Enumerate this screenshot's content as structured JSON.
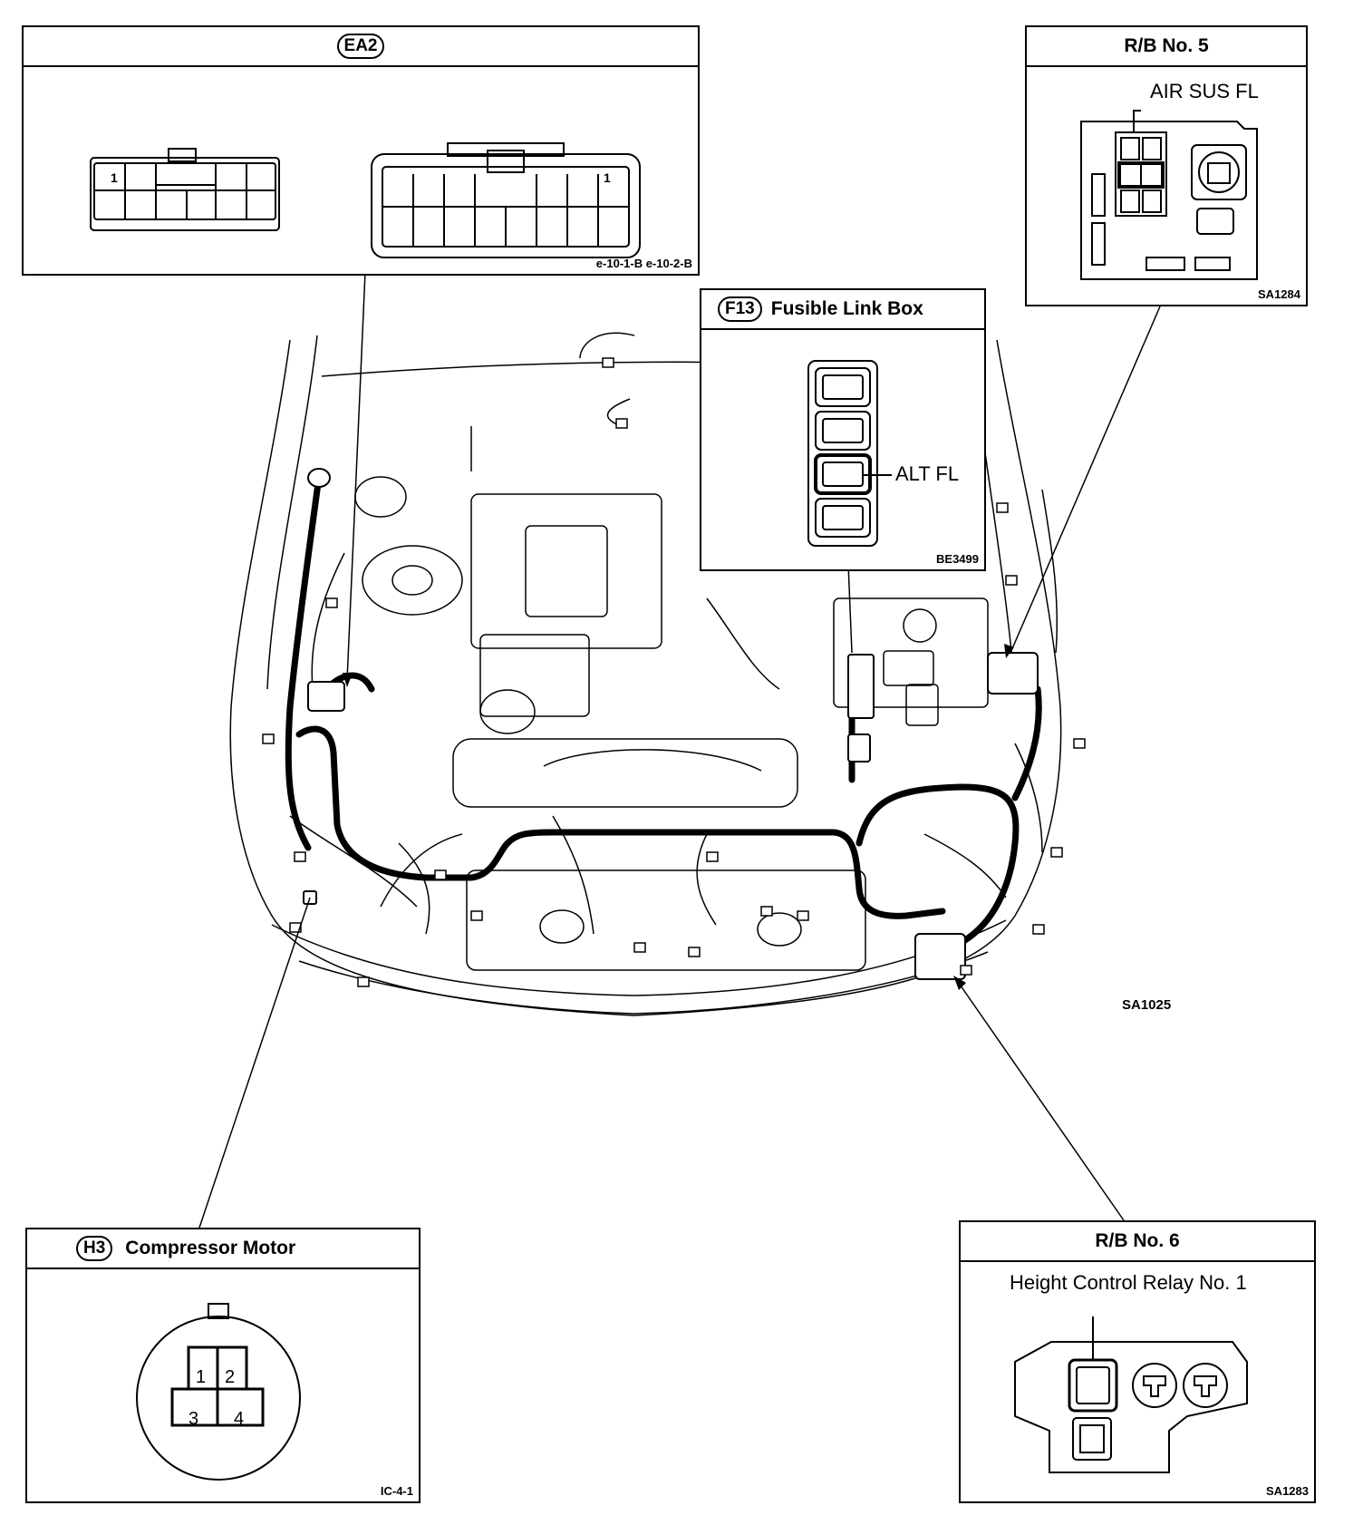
{
  "connectors": {
    "ea2": {
      "badge": "EA2",
      "code": "e-10-1-B  e-10-2-B",
      "pin_left": "1",
      "pin_right": "1"
    },
    "rb5": {
      "title": "R/B No. 5",
      "fuse_label": "AIR SUS FL",
      "code": "SA1284"
    },
    "f13": {
      "badge": "F13",
      "title": "Fusible Link Box",
      "fuse_label": "ALT FL",
      "code": "BE3499"
    },
    "h3": {
      "badge": "H3",
      "title": "Compressor Motor",
      "pins": [
        "1",
        "2",
        "3",
        "4"
      ],
      "code": "IC-4-1"
    },
    "rb6": {
      "title": "R/B No. 6",
      "relay_label": "Height Control Relay No. 1",
      "code": "SA1283"
    }
  },
  "main_drawing": {
    "code": "SA1025"
  }
}
